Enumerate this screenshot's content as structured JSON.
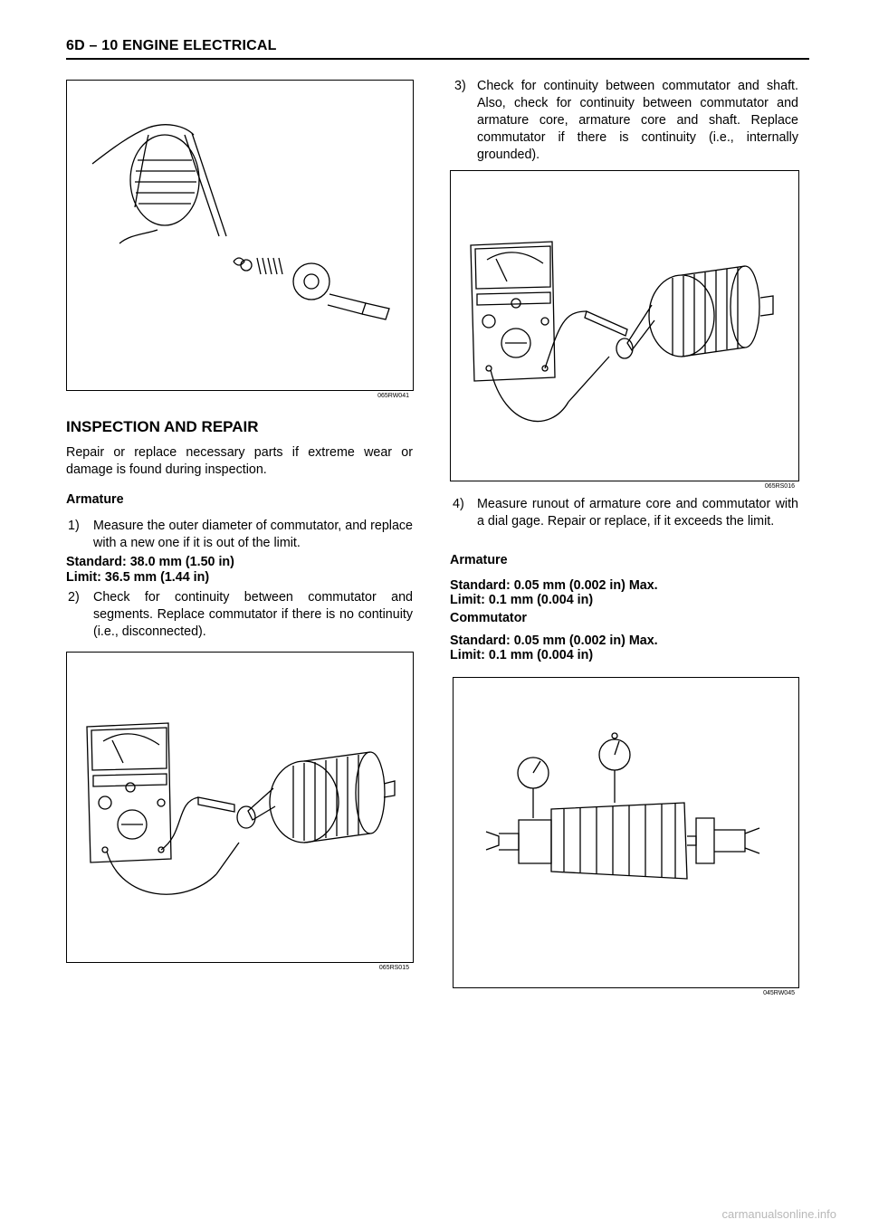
{
  "header": {
    "title": "6D – 10  ENGINE ELECTRICAL"
  },
  "figures": [
    {
      "code": "065RW041"
    },
    {
      "code": "065RS015"
    },
    {
      "code": "065RS016"
    },
    {
      "code": "045RW045"
    }
  ],
  "section": {
    "title": "INSPECTION AND REPAIR",
    "intro": "Repair or replace necessary parts if extreme wear or damage is found during inspection."
  },
  "left_column": {
    "subheading": "Armature",
    "step1": {
      "num": "1)",
      "text": "Measure the outer diameter of commutator, and replace with a new one if it is out of the limit."
    },
    "spec1": [
      "Standard: 38.0 mm (1.50 in)",
      "Limit: 36.5 mm (1.44 in)"
    ],
    "step2": {
      "num": "2)",
      "text": "Check for continuity between commutator and segments. Replace commutator if there is no continuity (i.e., disconnected)."
    }
  },
  "right_column": {
    "step3": {
      "num": "3)",
      "text": "Check for continuity between commutator and shaft. Also, check for continuity between commutator and armature core, armature core and shaft. Replace commutator if there is continuity (i.e., internally grounded)."
    },
    "step4": {
      "num": "4)",
      "text": "Measure runout of armature core and commutator with a dial gage. Repair or replace, if it exceeds the limit."
    },
    "armature_heading": "Armature",
    "armature_spec": [
      "Standard: 0.05 mm (0.002 in) Max.",
      "Limit: 0.1 mm (0.004 in)"
    ],
    "commutator_heading": "Commutator",
    "commutator_spec": [
      "Standard: 0.05 mm (0.002 in) Max.",
      "Limit: 0.1 mm (0.004 in)"
    ]
  },
  "watermark": "carmanualsonline.info"
}
